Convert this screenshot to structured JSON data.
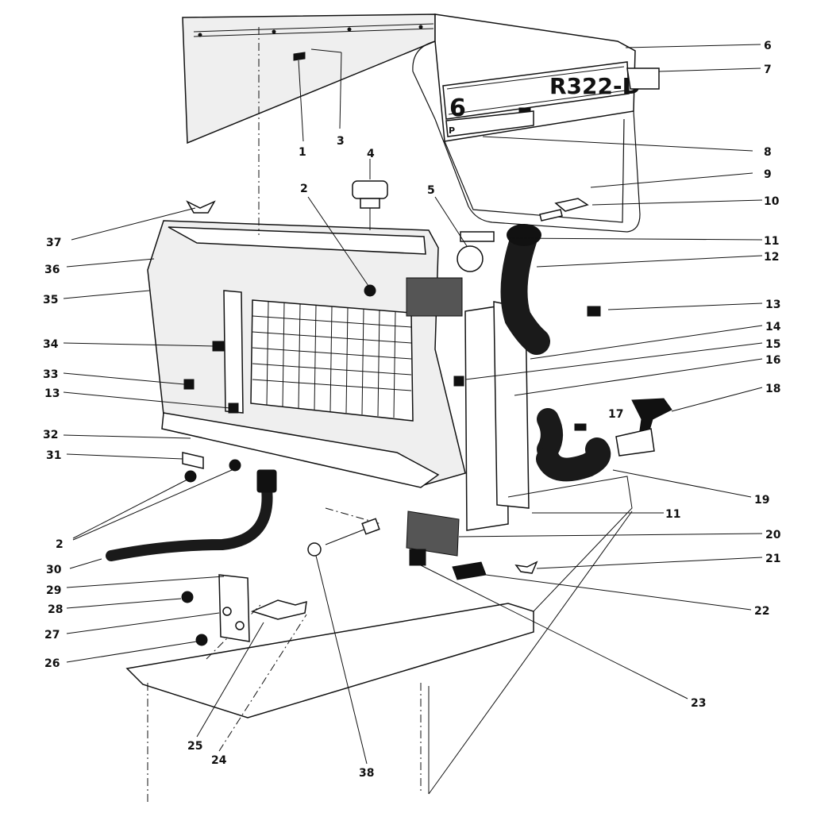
{
  "diagram": {
    "decal": {
      "left_text": "6",
      "right_text": "R322-D",
      "small_text": "P"
    },
    "callouts": [
      {
        "id": "c1",
        "text": "1"
      },
      {
        "id": "c2a",
        "text": "2"
      },
      {
        "id": "c2b",
        "text": "2"
      },
      {
        "id": "c3",
        "text": "3"
      },
      {
        "id": "c4",
        "text": "4"
      },
      {
        "id": "c5",
        "text": "5"
      },
      {
        "id": "c6",
        "text": "6"
      },
      {
        "id": "c7",
        "text": "7"
      },
      {
        "id": "c8",
        "text": "8"
      },
      {
        "id": "c9",
        "text": "9"
      },
      {
        "id": "c10",
        "text": "10"
      },
      {
        "id": "c11a",
        "text": "11"
      },
      {
        "id": "c11b",
        "text": "11"
      },
      {
        "id": "c12",
        "text": "12"
      },
      {
        "id": "c13a",
        "text": "13"
      },
      {
        "id": "c13b",
        "text": "13"
      },
      {
        "id": "c14",
        "text": "14"
      },
      {
        "id": "c15",
        "text": "15"
      },
      {
        "id": "c16",
        "text": "16"
      },
      {
        "id": "c17",
        "text": "17"
      },
      {
        "id": "c18",
        "text": "18"
      },
      {
        "id": "c19",
        "text": "19"
      },
      {
        "id": "c20",
        "text": "20"
      },
      {
        "id": "c21",
        "text": "21"
      },
      {
        "id": "c22",
        "text": "22"
      },
      {
        "id": "c23",
        "text": "23"
      },
      {
        "id": "c24",
        "text": "24"
      },
      {
        "id": "c25",
        "text": "25"
      },
      {
        "id": "c26",
        "text": "26"
      },
      {
        "id": "c27",
        "text": "27"
      },
      {
        "id": "c28",
        "text": "28"
      },
      {
        "id": "c29",
        "text": "29"
      },
      {
        "id": "c30",
        "text": "30"
      },
      {
        "id": "c31",
        "text": "31"
      },
      {
        "id": "c32",
        "text": "32"
      },
      {
        "id": "c33",
        "text": "33"
      },
      {
        "id": "c34",
        "text": "34"
      },
      {
        "id": "c35",
        "text": "35"
      },
      {
        "id": "c36",
        "text": "36"
      },
      {
        "id": "c37",
        "text": "37"
      },
      {
        "id": "c38",
        "text": "38"
      }
    ]
  }
}
